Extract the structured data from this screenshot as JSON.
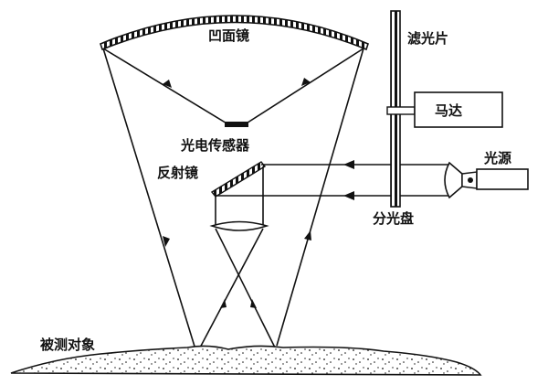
{
  "labels": {
    "concave_mirror": "凹面镜",
    "filter": "滤光片",
    "motor": "马达",
    "photo_sensor": "光电传感器",
    "light_source": "光源",
    "reflector": "反射镜",
    "chopper_disc": "分光盘",
    "measured_object": "被测对象"
  },
  "colors": {
    "line": "#111111",
    "background": "#ffffff"
  }
}
